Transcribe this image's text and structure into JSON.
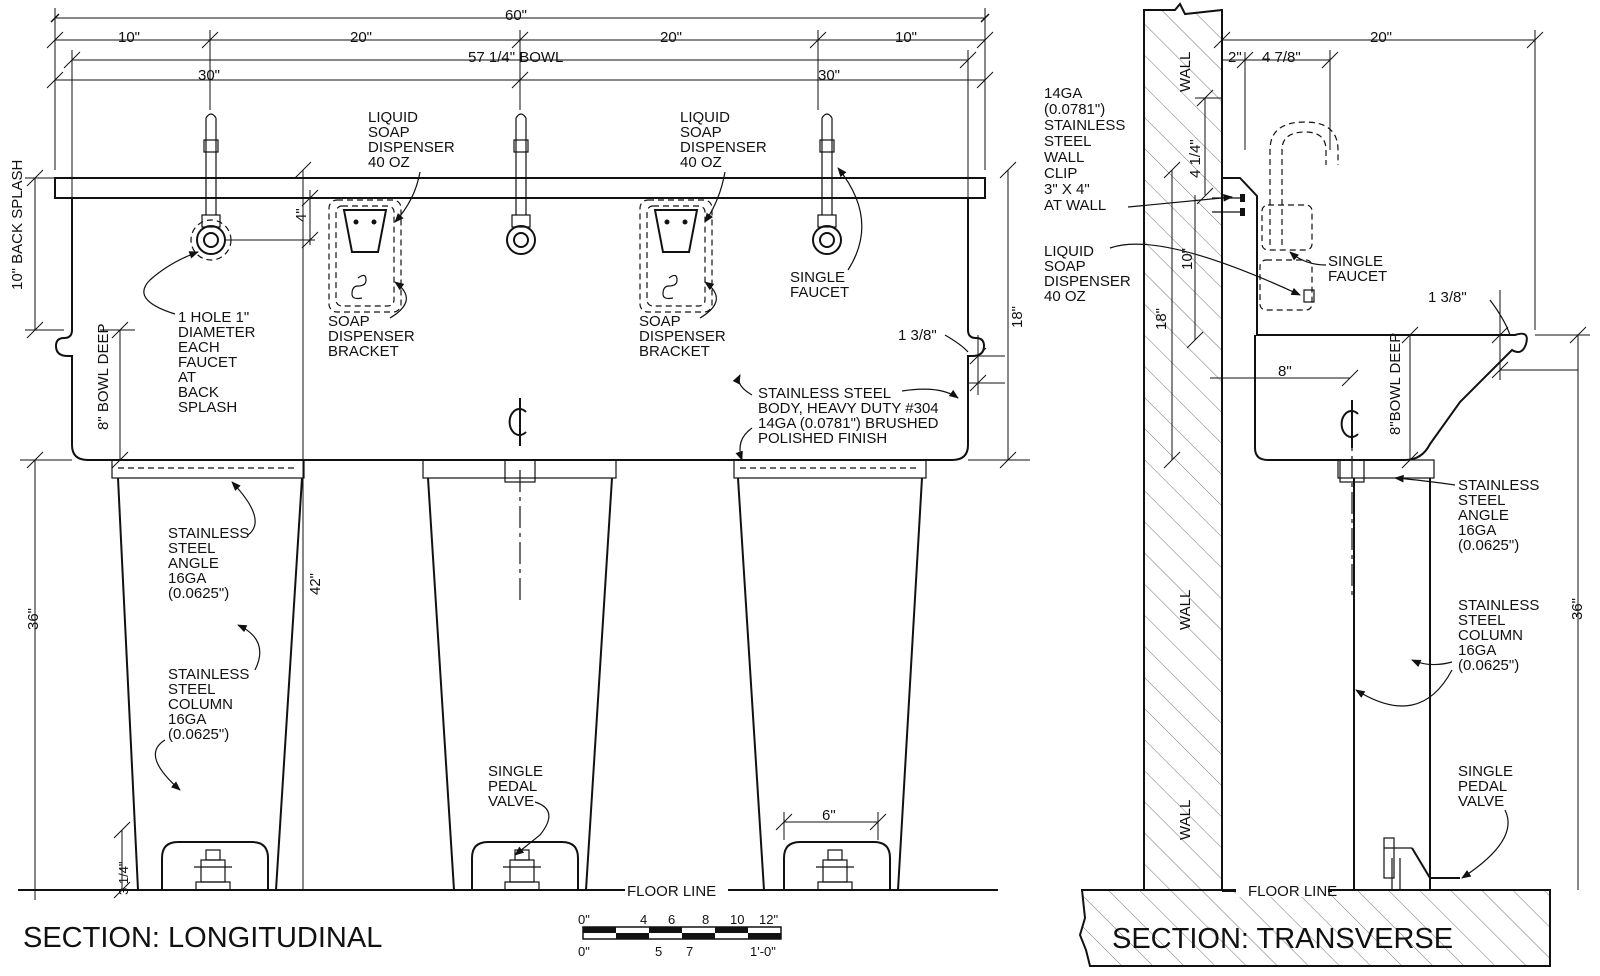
{
  "longitudinal": {
    "title": "SECTION: LONGITUDINAL",
    "dims": {
      "overall": "60\"",
      "seg1": "10\"",
      "seg2": "20\"",
      "seg3": "20\"",
      "seg4": "10\"",
      "bowl": "57 1/4\" BOWL",
      "half_left": "30\"",
      "half_right": "30\"",
      "backsplash": "10\" BACK SPLASH",
      "faucet_drop": "4\"",
      "bowl_deep": "8\" BOWL DEEP",
      "rim": "1 3/8\"",
      "right_height": "18\"",
      "height_42": "42\"",
      "height_36": "36\"",
      "pedal_height": "3 1/4\"",
      "pedal_width": "6\""
    },
    "labels": {
      "soap1": [
        "LIQUID",
        "SOAP",
        "DISPENSER",
        "40 OZ"
      ],
      "soap2": [
        "LIQUID",
        "SOAP",
        "DISPENSER",
        "40 OZ"
      ],
      "faucet": [
        "SINGLE",
        "FAUCET"
      ],
      "hole": [
        "1 HOLE 1\"",
        "DIAMETER",
        "EACH",
        "FAUCET",
        "AT",
        "BACK",
        "SPLASH"
      ],
      "bracket1": [
        "SOAP",
        "DISPENSER",
        "BRACKET"
      ],
      "bracket2": [
        "SOAP",
        "DISPENSER",
        "BRACKET"
      ],
      "body": [
        "STAINLESS STEEL",
        "BODY, HEAVY DUTY #304",
        "14GA (0.0781\") BRUSHED",
        "POLISHED FINISH"
      ],
      "angle": [
        "STAINLESS",
        "STEEL",
        "ANGLE",
        "16GA",
        "(0.0625\")"
      ],
      "column": [
        "STAINLESS",
        "STEEL",
        "COLUMN",
        "16GA",
        "(0.0625\")"
      ],
      "pedal": [
        "SINGLE",
        "PEDAL",
        "VALVE"
      ],
      "floor": "FLOOR LINE"
    }
  },
  "scale_bar": {
    "top": [
      "0\"",
      "4",
      "6",
      "8",
      "10",
      "12\""
    ],
    "bottom": [
      "0\"",
      "5",
      "7",
      "1'-0\""
    ]
  },
  "transverse": {
    "title": "SECTION: TRANSVERSE",
    "dims": {
      "depth": "20\"",
      "offset": "2\"",
      "faucet_offset": "4 7/8\"",
      "clip_drop": "4 1/4\"",
      "ten": "10\"",
      "eighteen": "18\"",
      "rim": "1 3/8\"",
      "eight": "8\"",
      "bowl_deep": "8\"BOWL DEEP",
      "height_36": "36\""
    },
    "labels": {
      "wall_top": "WALL",
      "wall_mid": "WALL",
      "wall_low": "WALL",
      "clip": [
        "14GA",
        "(0.0781\")",
        "STAINLESS",
        "STEEL",
        "WALL",
        "CLIP",
        "3\" X 4\"",
        "AT WALL"
      ],
      "soap": [
        "LIQUID",
        "SOAP",
        "DISPENSER",
        "40 OZ"
      ],
      "faucet": [
        "SINGLE",
        "FAUCET"
      ],
      "angle": [
        "STAINLESS",
        "STEEL",
        "ANGLE",
        "16GA",
        "(0.0625\")"
      ],
      "column": [
        "STAINLESS",
        "STEEL",
        "COLUMN",
        "16GA",
        "(0.0625\")"
      ],
      "pedal": [
        "SINGLE",
        "PEDAL",
        "VALVE"
      ],
      "floor": "FLOOR LINE"
    }
  }
}
